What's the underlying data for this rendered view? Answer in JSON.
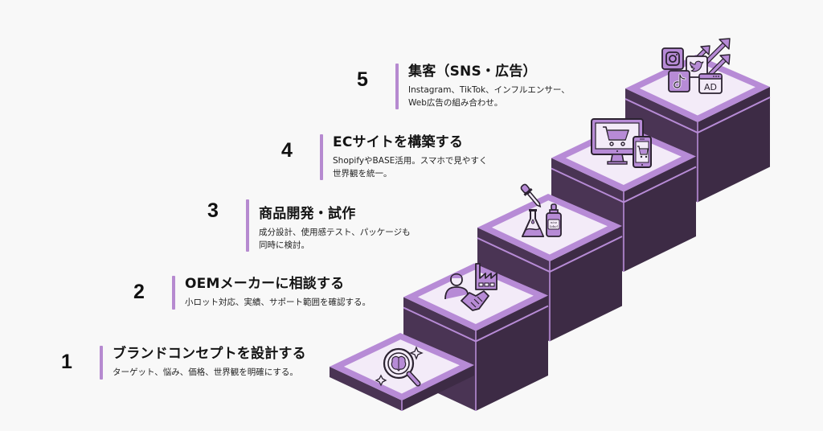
{
  "colors": {
    "background": "#f8f8f8",
    "riser_dark": "#3d2b45",
    "slab_side": "#4a3454",
    "tread_border": "#b78bd6",
    "tread_inner": "#f3ebf8",
    "accent_bar": "#b68ad0",
    "icon_fill": "#b78bd6",
    "icon_stroke": "#2b2230"
  },
  "steps": [
    {
      "number": "1",
      "title": "ブランドコンセプトを設計する",
      "description": "ターゲット、悩み、価格、世界観を明確にする。",
      "icon": "brain-magnifier-icon"
    },
    {
      "number": "2",
      "title": "OEMメーカーに相談する",
      "description": "小ロット対応、実績、サポート範囲を確認する。",
      "icon": "handshake-factory-icon"
    },
    {
      "number": "3",
      "title": "商品開発・試作",
      "description": "成分設計、使用感テスト、パッケージも\n同時に検討。",
      "icon": "lab-flask-bottle-icon",
      "bottle_label": "nice label"
    },
    {
      "number": "4",
      "title": "ECサイトを構築する",
      "description": "ShopifyやBASE活用。スマホで見やすく\n世界観を統一。",
      "icon": "ecommerce-devices-icon"
    },
    {
      "number": "5",
      "title": "集客（SNS・広告）",
      "description": "Instagram、TikTok、インフルエンサー、\nWeb広告の組み合わせ。",
      "icon": "social-media-ads-icon",
      "ad_label": "AD"
    }
  ]
}
